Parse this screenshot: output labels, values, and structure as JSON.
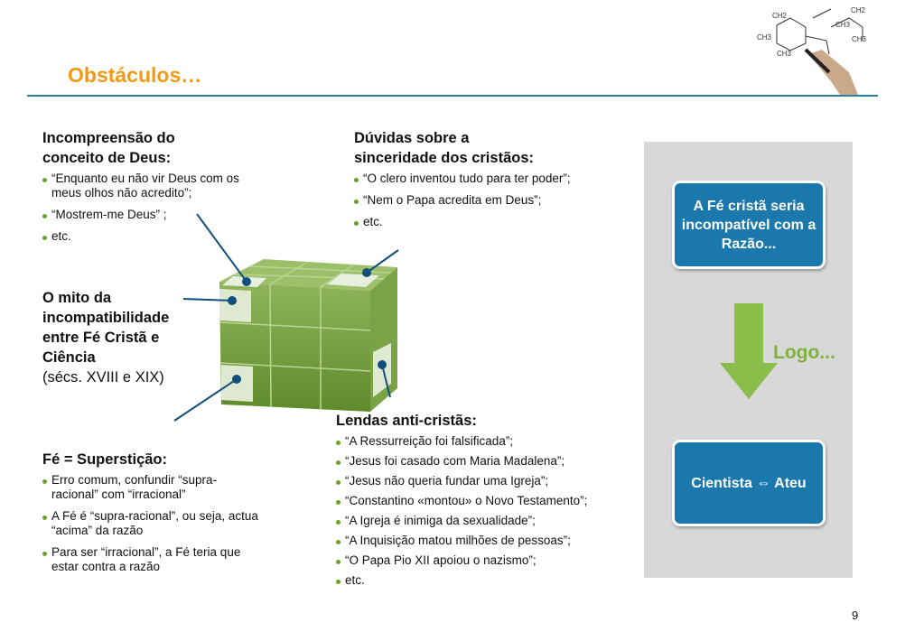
{
  "header": {
    "title": "Obstáculos…"
  },
  "sections": {
    "incompreensao": {
      "title_1": "Incompreensão do",
      "title_2": "conceito de Deus:",
      "items": [
        "“Enquanto eu não vir Deus com os meus olhos não acredito”;",
        "“Mostrem-me Deus” ;",
        "etc."
      ]
    },
    "duvidas": {
      "title_1": "Dúvidas sobre a",
      "title_2": "sinceridade dos cristãos:",
      "items": [
        "“O clero inventou tudo para ter poder”;",
        "“Nem o Papa acredita em Deus”;",
        "etc."
      ]
    },
    "mito": {
      "title": "O mito da incompatibilidade entre Fé Cristã e Ciência",
      "subtitle": "(sécs. XVIII e XIX)"
    },
    "supersticao": {
      "title": "Fé = Superstição:",
      "items": [
        "Erro comum, confundir “supra-racional” com “irracional”",
        "A Fé é “supra-racional”, ou seja, actua “acima” da razão",
        "Para ser “irracional”, a Fé teria que estar contra a razão"
      ]
    },
    "lendas": {
      "title": "Lendas anti-cristãs:",
      "items": [
        "“A Ressurreição foi falsificada”;",
        "“Jesus foi casado com Maria Madalena”;",
        "“Jesus não queria fundar uma Igreja”;",
        "“Constantino «montou» o Novo Testamento”;",
        "“A Igreja é inimiga da sexualidade”;",
        "“A Inquisição matou milhões de pessoas”;",
        " “O Papa Pio XII apoiou o nazismo”;",
        "etc."
      ]
    }
  },
  "panel": {
    "box1": "A Fé cristã seria incompatível com a Razão...",
    "logo": "Logo...",
    "box2": "Cientista ⇔ Ateu"
  },
  "page_number": "9",
  "colors": {
    "title": "#f29a14",
    "rule": "#2a7fa8",
    "box": "#1b78ad",
    "green": "#7fb23c"
  }
}
